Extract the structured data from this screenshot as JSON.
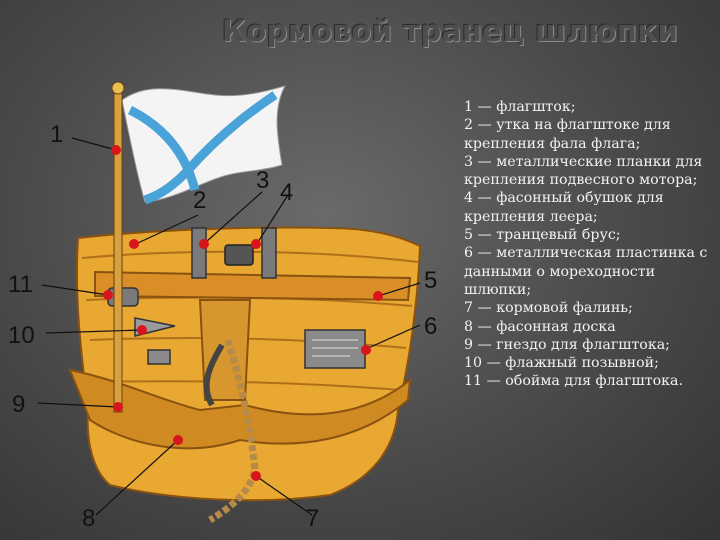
{
  "title": "Кормовой транец шлюпки",
  "legend": [
    "1 — флагшток;",
    "2 — утка на флагштоке для крепления фала флага;",
    "3 — металлические планки для крепления подвесного мотора;",
    "4 — фасонный обушок для крепления леера;",
    "5 — транцевый брус;",
    "6 — металлическая пластинка с данными о мореходности шлюпки;",
    "7 — кормовой фалинь;",
    "8 — фасонная доска",
    "9 — гнездо для флагштока;",
    "10 — флажный позывной;",
    "11 — обойма для флагштока."
  ],
  "callouts": [
    "1",
    "2",
    "3",
    "4",
    "5",
    "6",
    "7",
    "8",
    "9",
    "10",
    "11"
  ],
  "colors": {
    "wood": "#e8a832",
    "wood_dark": "#c07a1a",
    "flag_stripe": "#4aa3d8",
    "metal": "#7a7a7a",
    "pointer_dot": "#d8141c"
  }
}
